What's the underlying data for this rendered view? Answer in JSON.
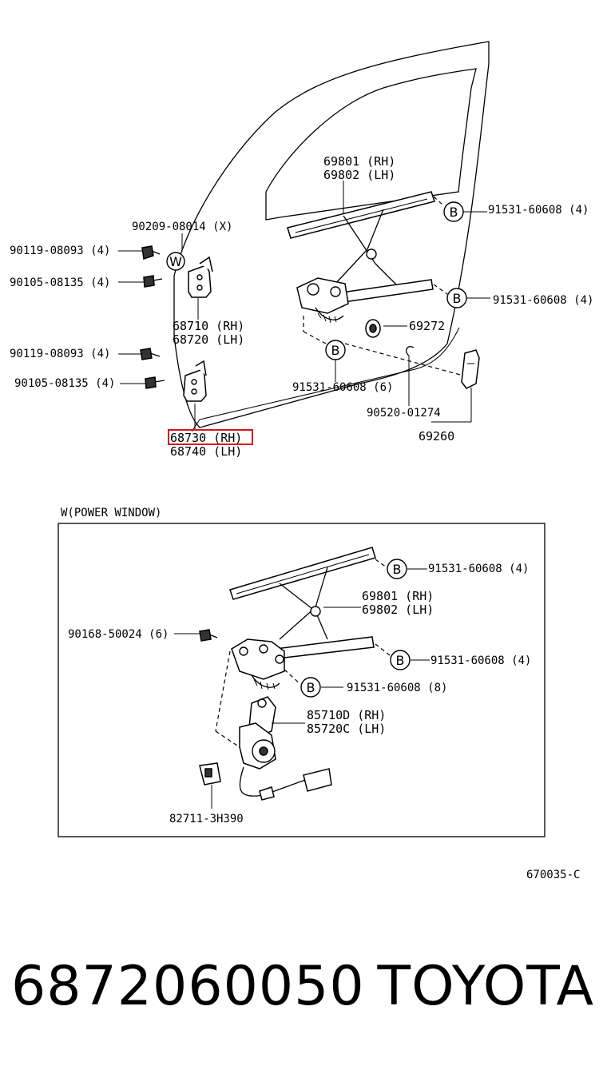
{
  "diagram": {
    "upper_labels": {
      "p69801": "69801 (RH)",
      "p69802": "69802 (LH)",
      "p91531_a": "91531-60608 (4)",
      "p91531_b": "91531-60608 (4)",
      "p90209": "90209-08014 (X)",
      "p90119_a": "90119-08093 (4)",
      "p90105_a": "90105-08135 (4)",
      "p68710": "68710 (RH)",
      "p68720": "68720 (LH)",
      "p69272": "69272",
      "p90119_b": "90119-08093 (4)",
      "p90105_b": "90105-08135 (4)",
      "p91531_c": "91531-60608 (6)",
      "p90520": "90520-01274",
      "p69260": "69260",
      "p68730": "68730 (RH)",
      "p68740": "68740 (LH)"
    },
    "callouts": {
      "w": "W",
      "b": "B"
    },
    "power_window": {
      "heading": "W(POWER WINDOW)",
      "p91531_a": "91531-60608 (4)",
      "p69801": "69801 (RH)",
      "p69802": "69802 (LH)",
      "p90168": "90168-50024 (6)",
      "p91531_b": "91531-60608 (4)",
      "p91531_c": "91531-60608 (8)",
      "p85710": "85710D (RH)",
      "p85720": "85720C (LH)",
      "p82711": "82711-3H390"
    },
    "figure_code": "670035-C"
  },
  "footer": {
    "part_number": "6872060050",
    "brand": "TOYOTA"
  },
  "colors": {
    "highlight": "#d8141a",
    "ink": "#000000",
    "background": "#ffffff"
  }
}
